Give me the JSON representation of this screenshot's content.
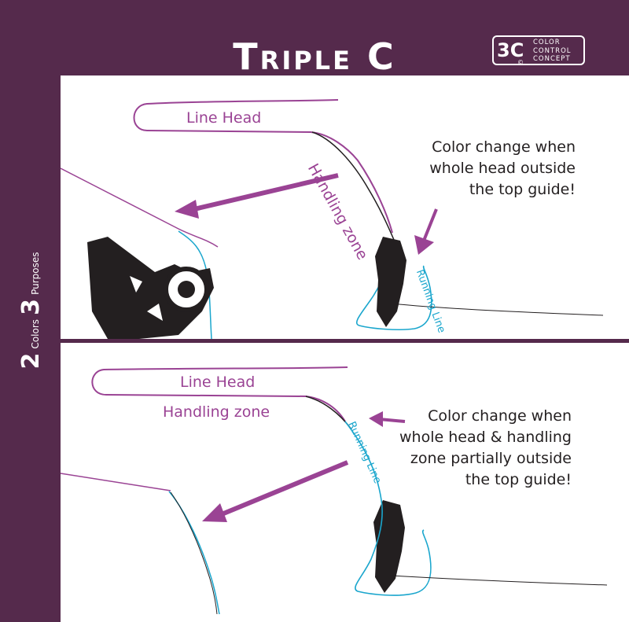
{
  "header": {
    "title": "Triple C",
    "logo_mark": "3C",
    "logo_lines": [
      "COLOR",
      "CONTROL",
      "CONCEPT"
    ],
    "logo_copyright": "©"
  },
  "side_banner": {
    "num_colors": "2",
    "colors_word": "Colors",
    "num_purposes": "3",
    "purposes_word": "Purposes"
  },
  "top_panel": {
    "line_head_label": "Line Head",
    "handling_zone_label": "Handling zone",
    "running_line_label": "Running Line",
    "note_lines": [
      "Color change when",
      "whole head outside",
      "the top guide!"
    ]
  },
  "bottom_panel": {
    "line_head_label": "Line Head",
    "handling_zone_label": "Handling zone",
    "running_line_label": "Running Line",
    "note_lines": [
      "Color change when",
      "whole head & handling",
      "zone partially outside",
      "the top guide!"
    ]
  },
  "colors": {
    "background": "#552a4c",
    "head": "#9a4394",
    "running_line": "#1aa6cd",
    "text": "#231f20"
  }
}
